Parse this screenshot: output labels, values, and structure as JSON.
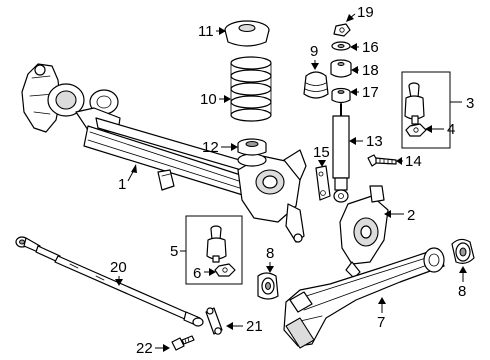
{
  "callouts": [
    {
      "id": "1",
      "text": "1"
    },
    {
      "id": "2",
      "text": "2"
    },
    {
      "id": "3",
      "text": "3"
    },
    {
      "id": "4",
      "text": "4"
    },
    {
      "id": "5",
      "text": "5"
    },
    {
      "id": "6",
      "text": "6"
    },
    {
      "id": "7",
      "text": "7"
    },
    {
      "id": "8a",
      "text": "8"
    },
    {
      "id": "8b",
      "text": "8"
    },
    {
      "id": "9",
      "text": "9"
    },
    {
      "id": "10",
      "text": "10"
    },
    {
      "id": "11",
      "text": "11"
    },
    {
      "id": "12",
      "text": "12"
    },
    {
      "id": "13",
      "text": "13"
    },
    {
      "id": "14",
      "text": "14"
    },
    {
      "id": "15",
      "text": "15"
    },
    {
      "id": "16",
      "text": "16"
    },
    {
      "id": "17",
      "text": "17"
    },
    {
      "id": "18",
      "text": "18"
    },
    {
      "id": "19",
      "text": "19"
    },
    {
      "id": "20",
      "text": "20"
    },
    {
      "id": "21",
      "text": "21"
    },
    {
      "id": "22",
      "text": "22"
    }
  ]
}
